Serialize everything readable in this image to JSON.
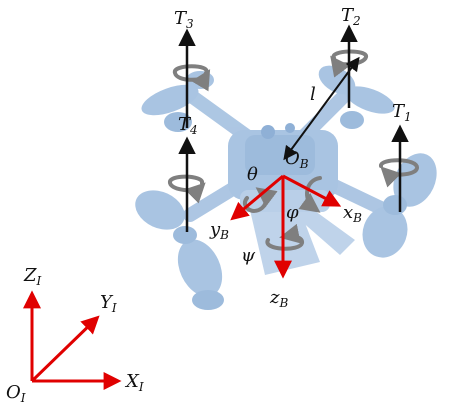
{
  "labels": {
    "thrusts": [
      {
        "main": "T",
        "sub": "3"
      },
      {
        "main": "T",
        "sub": "2"
      },
      {
        "main": "T",
        "sub": "1"
      },
      {
        "main": "T",
        "sub": "4"
      }
    ],
    "arm_length": "l",
    "body_origin": {
      "main": "O",
      "sub": "B"
    },
    "body_axes": {
      "x": {
        "main": "x",
        "sub": "B"
      },
      "y": {
        "main": "y",
        "sub": "B"
      },
      "z": {
        "main": "z",
        "sub": "B"
      }
    },
    "angles": {
      "roll": "φ",
      "pitch": "θ",
      "yaw": "ψ"
    },
    "inertial_origin": {
      "main": "O",
      "sub": "I"
    },
    "inertial_axes": {
      "x": {
        "main": "X",
        "sub": "I"
      },
      "y": {
        "main": "Y",
        "sub": "I"
      },
      "z": {
        "main": "Z",
        "sub": "I"
      }
    }
  },
  "colors": {
    "drone_body": "#a9c4e2",
    "drone_dark": "#8fb0d6",
    "axis_red": "#e00000",
    "vector_black": "#111111",
    "rotation_arrow": "#7f7f7f"
  }
}
